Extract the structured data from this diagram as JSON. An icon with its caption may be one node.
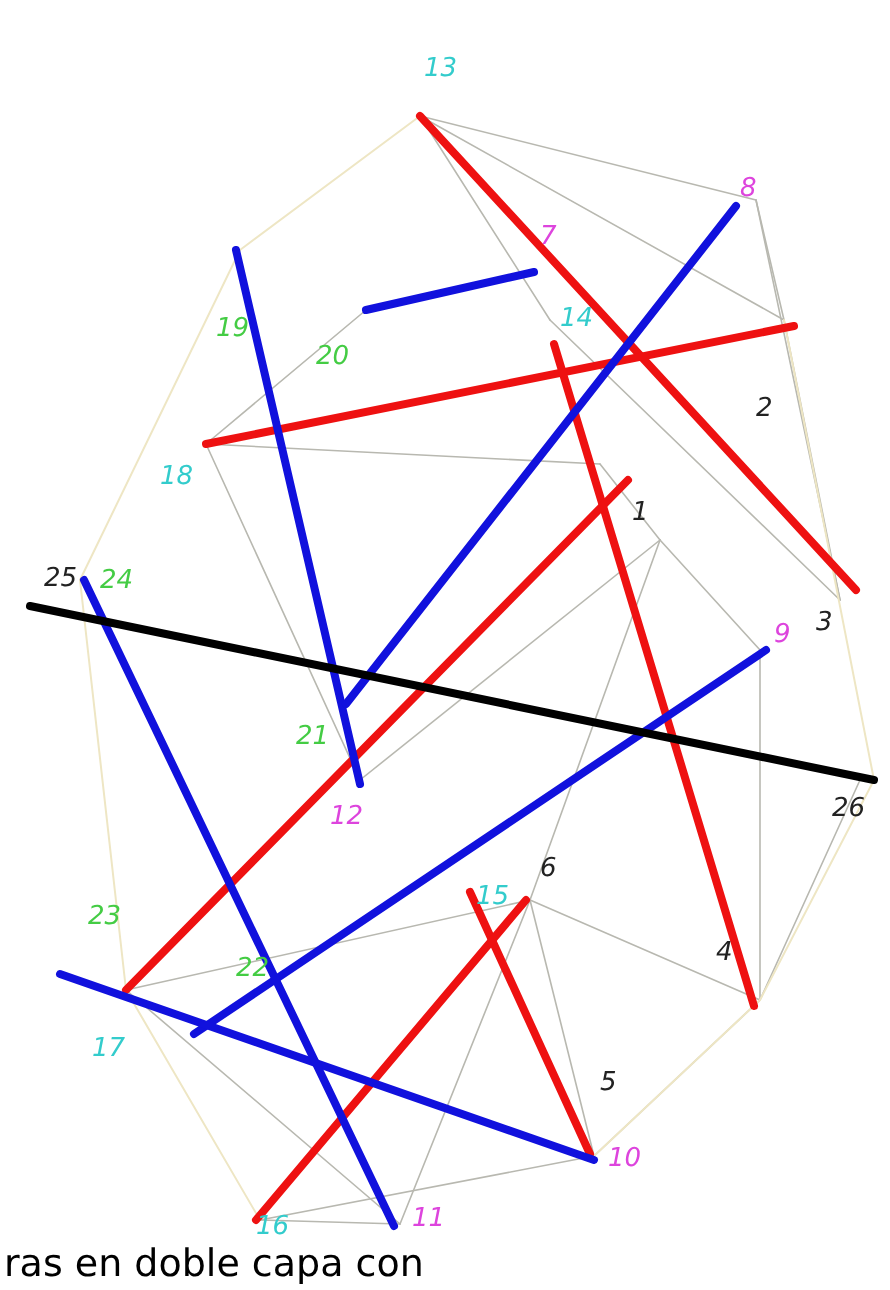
{
  "diagram": {
    "caption": "ras en doble capa con",
    "labels": [
      "13",
      "8",
      "7",
      "14",
      "19",
      "20",
      "2",
      "18",
      "1",
      "25",
      "24",
      "3",
      "9",
      "21",
      "12",
      "26",
      "6",
      "23",
      "15",
      "4",
      "17",
      "22",
      "5",
      "10",
      "16",
      "11"
    ]
  }
}
